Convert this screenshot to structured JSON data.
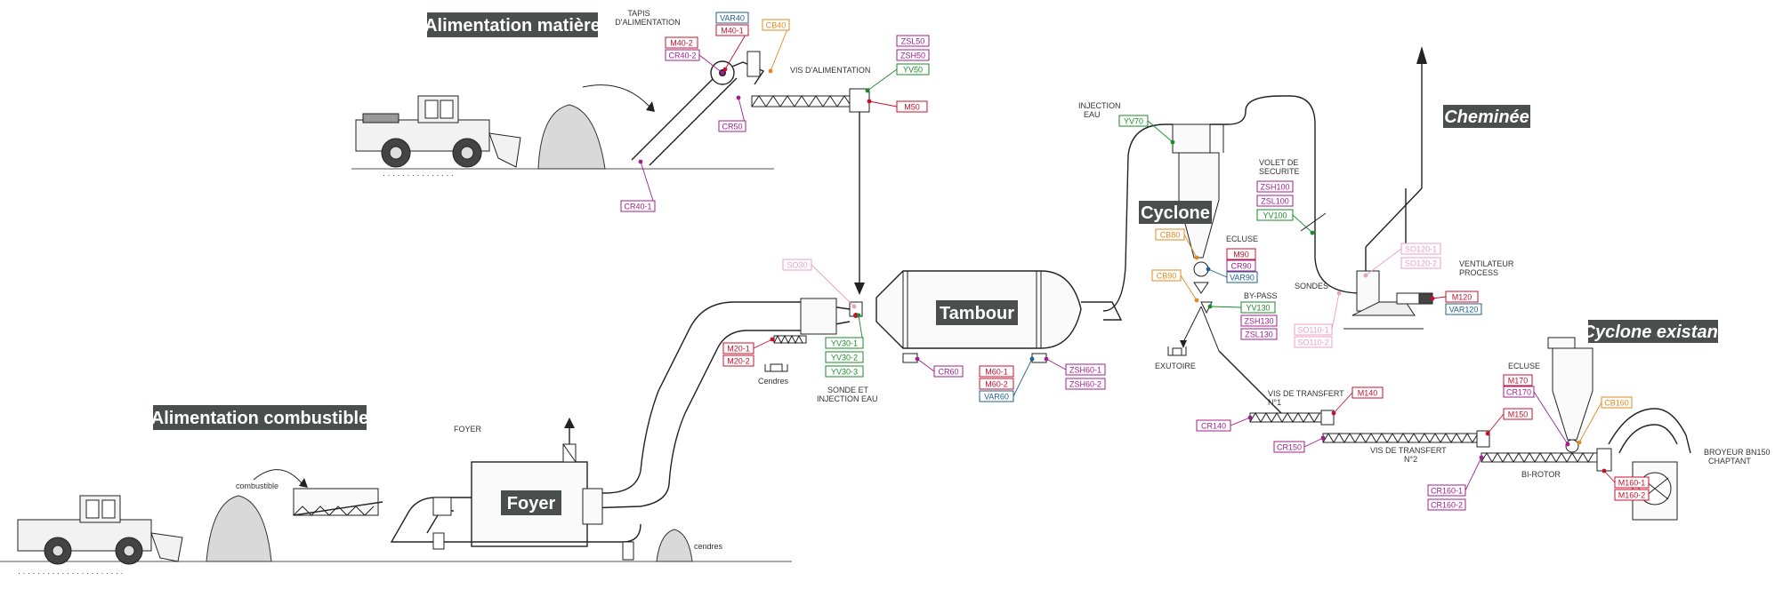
{
  "titles": {
    "alimentation_matiere": "Alimentation matière",
    "alimentation_combustible": "Alimentation combustible",
    "tambour": "Tambour",
    "foyer": "Foyer",
    "cyclone": "Cyclone",
    "cheminee": "Cheminée",
    "cyclone_existant": "Cyclone existant"
  },
  "labels": {
    "tapis_1": "TAPIS",
    "tapis_2": "D'ALIMENTATION",
    "vis_alimentation": "VIS D'ALIMENTATION",
    "injection_1": "INJECTION",
    "injection_2": "EAU",
    "volet_1": "VOLET DE",
    "volet_2": "SECURITE",
    "ecluse_cyclone": "ECLUSE",
    "bypass": "BY-PASS",
    "exutoire": "EXUTOIRE",
    "sondes": "SONDES",
    "ventilateur_1": "VENTILATEUR",
    "ventilateur_2": "PROCESS",
    "cendres_top": "Cendres",
    "sonde_1": "SONDE ET",
    "sonde_2": "INJECTION EAU",
    "foyer_small": "FOYER",
    "combustible": "combustible",
    "cendres_bottom": "cendres",
    "vis_transfert1_1": "VIS DE TRANSFERT",
    "vis_transfert1_2": "N°1",
    "vis_transfert2_1": "VIS DE TRANSFERT",
    "vis_transfert2_2": "N°2",
    "bi_rotor": "BI-ROTOR",
    "ecluse_existant": "ECLUSE",
    "broyeur_1": "BROYEUR BN150",
    "broyeur_2": "CHAPTANT"
  },
  "tags": {
    "VAR40": "VAR40",
    "M40_1": "M40-1",
    "CB40": "CB40",
    "M40_2": "M40-2",
    "CR40_2": "CR40-2",
    "CR50": "CR50",
    "CR40_1": "CR40-1",
    "ZSL50": "ZSL50",
    "ZSH50": "ZSH50",
    "YV50": "YV50",
    "M50": "M50",
    "SO30": "SO30",
    "M20_1": "M20-1",
    "M20_2": "M20-2",
    "YV30_1": "YV30-1",
    "YV30_2": "YV30-2",
    "YV30_3": "YV30-3",
    "CR60": "CR60",
    "M60_1": "M60-1",
    "M60_2": "M60-2",
    "VAR60": "VAR60",
    "ZSH60_1": "ZSH60-1",
    "ZSH60_2": "ZSH60-2",
    "YV70": "YV70",
    "CB80": "CB80",
    "M90": "M90",
    "CR90": "CR90",
    "VAR90": "VAR90",
    "CB90": "CB90",
    "YV130": "YV130",
    "ZSH130": "ZSH130",
    "ZSL130": "ZSL130",
    "ZSH100": "ZSH100",
    "ZSL100": "ZSL100",
    "YV100": "YV100",
    "SO120_1": "SO120-1",
    "SO120_2": "SO120-2",
    "M120": "M120",
    "VAR120": "VAR120",
    "SO110_1": "SO110-1",
    "SO110_2": "SO110-2",
    "M140": "M140",
    "CR140": "CR140",
    "CR150": "CR150",
    "M150": "M150",
    "M170": "M170",
    "CR170": "CR170",
    "CB160": "CB160",
    "M160_1": "M160-1",
    "M160_2": "M160-2",
    "CR160_1": "CR160-1",
    "CR160_2": "CR160-2"
  },
  "colors": {
    "title_bg": "#4a4f4e",
    "red": "#c8102e",
    "magenta": "#a0208c",
    "green": "#1a8a2a",
    "blue": "#1f5f8b",
    "orange": "#e08a1e",
    "pink": "#e8a0c8"
  }
}
